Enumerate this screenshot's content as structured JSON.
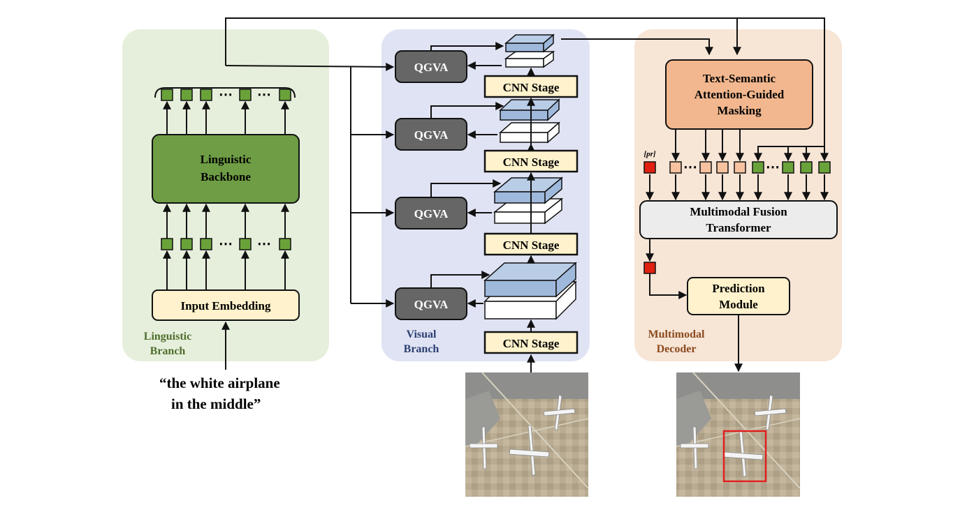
{
  "linguistic_branch": {
    "label_line1": "Linguistic",
    "label_line2": "Branch",
    "backbone_line1": "Linguistic",
    "backbone_line2": "Backbone",
    "input_embedding": "Input Embedding",
    "ellipsis": "⋯",
    "color": "#4e6e2c"
  },
  "query": {
    "line1": "“the white airplane",
    "line2": "in the middle”"
  },
  "visual_branch": {
    "label_line1": "Visual",
    "label_line2": "Branch",
    "qgva_label": "QGVA",
    "cnn_stage_label": "CNN Stage",
    "color": "#2c3f72"
  },
  "multimodal_decoder": {
    "label_line1": "Multimodal",
    "label_line2": "Decoder",
    "masking_line1": "Text-Semantic",
    "masking_line2": "Attention-Guided",
    "masking_line3": "Masking",
    "pr_token": "[pr]",
    "fusion_line1": "Multimodal Fusion",
    "fusion_line2": "Transformer",
    "prediction_line1": "Prediction",
    "prediction_line2": "Module",
    "ellipsis": "⋯",
    "color": "#8a4a1e"
  },
  "colors": {
    "linguistic_bg": "#e6efdc",
    "visual_bg": "#dfe3f3",
    "decoder_bg": "#f7e5d6",
    "token_green": "#6aa23a",
    "backbone_green": "#6e9d45",
    "qgva_gray": "#666666",
    "cnn_yellow": "#fff2cc",
    "feature_blue": "#b9cde6",
    "masking_orange": "#f2b78e",
    "token_orange": "#f6c2a0",
    "pr_red": "#e02010",
    "fusion_gray": "#ececec",
    "bbox_red": "#e02020"
  },
  "icons": {
    "input_image": "aerial-airport-image",
    "output_image": "aerial-airport-image-with-bounding-box"
  }
}
